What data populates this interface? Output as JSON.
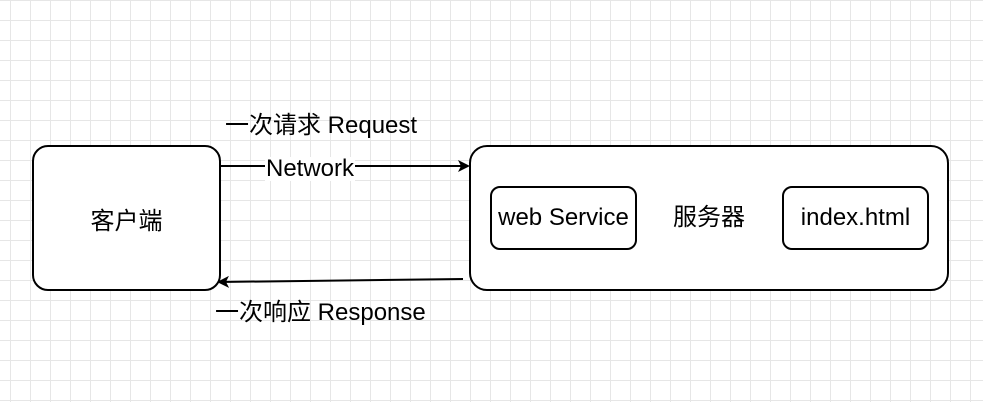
{
  "diagram": {
    "client": {
      "label": "客户端"
    },
    "server": {
      "label": "服务器",
      "web_service": "web Service",
      "index_file": "index.html"
    },
    "request": {
      "label": "一次请求 Request",
      "network_label": "Network"
    },
    "response": {
      "label": "一次响应 Response"
    },
    "colors": {
      "stroke": "#000000",
      "grid": "#e6e6e6",
      "background": "#ffffff"
    }
  }
}
